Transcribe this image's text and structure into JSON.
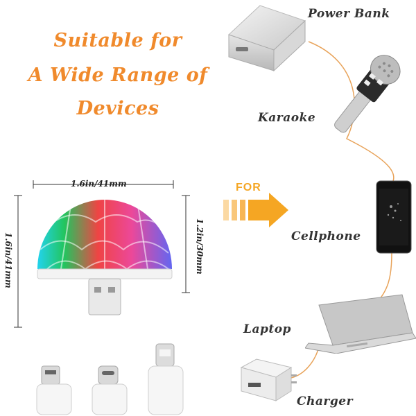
{
  "headline": {
    "line1": "Suitable for",
    "line2": "A Wide Range of",
    "line3": "Devices"
  },
  "devices": {
    "power_bank": "Power Bank",
    "karaoke": "Karaoke",
    "cellphone": "Cellphone",
    "laptop": "Laptop",
    "charger": "Charger"
  },
  "arrow_label": "FOR",
  "dimensions": {
    "width": "1.6in/41mm",
    "height_left": "1.6in/41mm",
    "height_right": "1.2in/30mm"
  },
  "colors": {
    "headline": "#f08a2c",
    "arrow": "#f5a623",
    "connector": "#e8a35a"
  }
}
